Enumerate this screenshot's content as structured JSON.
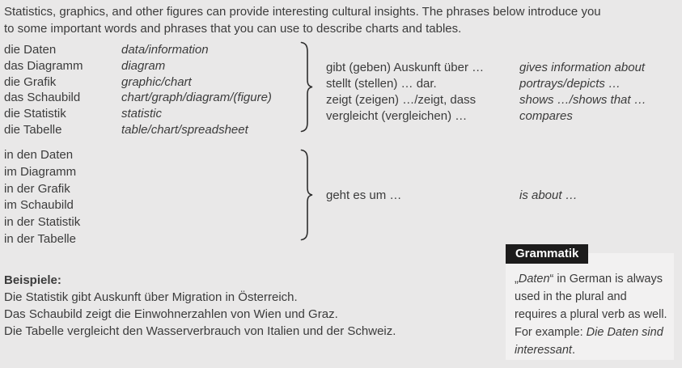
{
  "colors": {
    "page_background": "#e9e8e8",
    "text": "#3b3b3b",
    "grammatik_tab_background": "#1d1c1c",
    "grammatik_tab_text": "#ffffff",
    "grammatik_box_background": "#f2f1f1",
    "brace": "#2e2e2e"
  },
  "intro": {
    "line1": "Statistics, graphics, and other figures can provide interesting cultural insights. The phrases below introduce you",
    "line2": "to some important words and phrases that you can use to describe charts and tables."
  },
  "vocab_nouns": {
    "items": [
      {
        "de": "die Daten",
        "en": "data/information"
      },
      {
        "de": "das Diagramm",
        "en": "diagram"
      },
      {
        "de": "die Grafik",
        "en": "graphic/chart"
      },
      {
        "de": "das Schaubild",
        "en": "chart/graph/diagram/(figure)"
      },
      {
        "de": "die Statistik",
        "en": "statistic"
      },
      {
        "de": "die Tabelle",
        "en": "table/chart/spreadsheet"
      }
    ]
  },
  "vocab_verbs": {
    "items": [
      {
        "de": "gibt (geben) Auskunft über …",
        "en": "gives information about"
      },
      {
        "de": "stellt (stellen) … dar.",
        "en": "portrays/depicts …"
      },
      {
        "de": "zeigt (zeigen) …/zeigt, dass",
        "en": "shows …/shows that …"
      },
      {
        "de": "vergleicht (vergleichen) …",
        "en": "compares"
      }
    ]
  },
  "vocab_preps": {
    "items": [
      "in den Daten",
      "im Diagramm",
      "in der Grafik",
      "im Schaubild",
      "in der Statistik",
      "in der Tabelle"
    ]
  },
  "geht_es_um": {
    "de": "geht es um …",
    "en": "is about …"
  },
  "beispiele": {
    "label": "Beispiele:",
    "lines": [
      "Die Statistik gibt Auskunft über Migration in Österreich.",
      "Das Schaubild zeigt die Einwohnerzahlen von Wien und Graz.",
      "Die Tabelle vergleicht den Wasserverbrauch von Italien und der Schweiz."
    ]
  },
  "grammatik": {
    "title": "Grammatik",
    "open_quote": "„",
    "term": "Daten",
    "after_term": "“ in German is always used in the plural and requires a plural verb as well. For example: ",
    "example": "Die Daten sind interessant",
    "period": "."
  }
}
